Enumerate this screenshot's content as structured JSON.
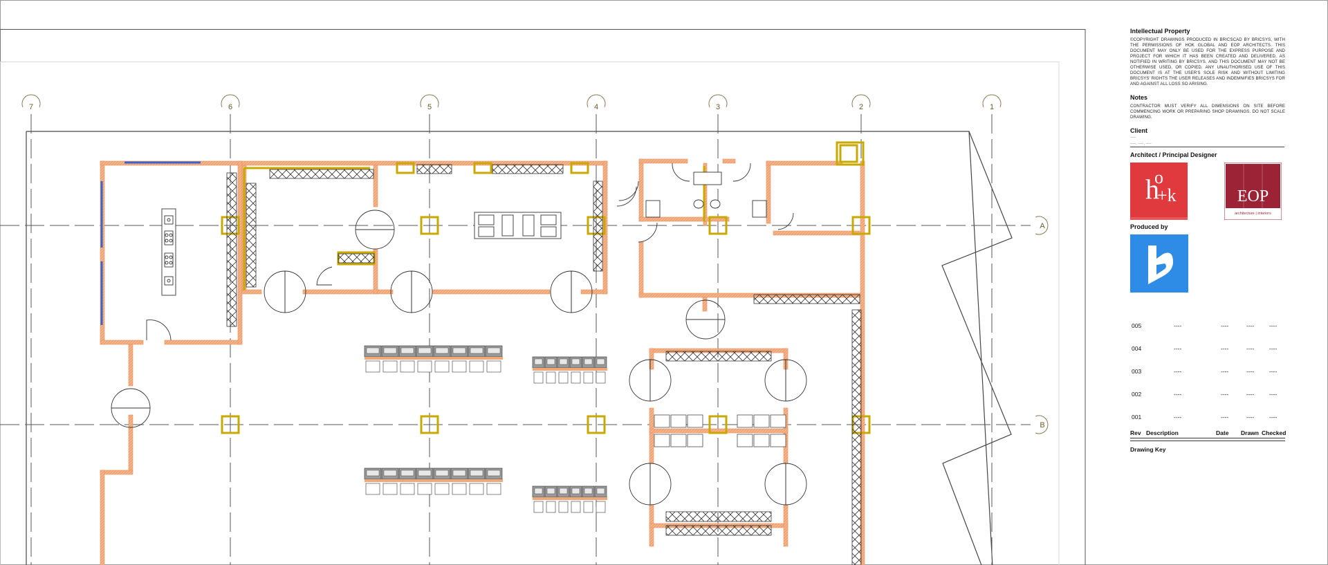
{
  "title_block": {
    "intellectual_property": {
      "heading": "Intellectual Property",
      "text": "©COPYRIGHT DRAWINGS PRODUCED IN BRICSCAD BY BRICSYS, WITH THE PERMISSIONS OF HOK GLOBAL AND EOP ARCHITECTS. THIS DOCUMENT MAY ONLY BE USED FOR THE EXPRESS PURPOSE AND PROJECT FOR WHICH IT HAS BEEN CREATED AND DELIVERED, AS NOTIFIED IN WRITING BY BRICSYS. AND THIS DOCUMENT MAY NOT BE OTHERWISE USED, OR COPIED. ANY UNAUTHORISED USE OF THIS DOCUMENT IS AT THE USER'S SOLE RISK AND WITHOUT LIMITING BRICSYS' RIGHTS THE USER RELEASES AND INDEMNIFIES BRICSYS FOR AND AGAINST ALL LOSS SO ARISING."
    },
    "notes": {
      "heading": "Notes",
      "text": "CONTRACTOR MUST VERIFY ALL DIMENSIONS ON SITE BEFORE COMMENCING WORK OR PREPARING SHOP DRAWINGS. DO NOT SCALE DRAWING."
    },
    "client": {
      "heading": "Client",
      "line1": "----",
      "line2": "----, ----, ----"
    },
    "architect": {
      "heading": "Architect / Principal Designer",
      "logo1_text_top": "o",
      "logo1_text_h": "h",
      "logo1_text_k": "+k",
      "logo2_text": "EOP",
      "logo2_sub": "architecture | interiors"
    },
    "produced_by": {
      "heading": "Produced by"
    },
    "revisions": {
      "rows": [
        {
          "rev": "005",
          "description": "----",
          "date": "----",
          "drawn": "----",
          "checked": "----"
        },
        {
          "rev": "004",
          "description": "----",
          "date": "----",
          "drawn": "----",
          "checked": "----"
        },
        {
          "rev": "003",
          "description": "----",
          "date": "----",
          "drawn": "----",
          "checked": "----"
        },
        {
          "rev": "002",
          "description": "----",
          "date": "----",
          "drawn": "----",
          "checked": "----"
        },
        {
          "rev": "001",
          "description": "----",
          "date": "----",
          "drawn": "----",
          "checked": "----"
        }
      ],
      "header": {
        "rev": "Rev",
        "description": "Description",
        "date": "Date",
        "drawn": "Drawn",
        "checked": "Checked"
      }
    },
    "drawing_key": "Drawing Key"
  },
  "grid": {
    "columns": [
      "7",
      "6",
      "5",
      "4",
      "3",
      "2",
      "1"
    ],
    "rows": [
      "A",
      "B"
    ]
  },
  "colors": {
    "wall": "#f0a878",
    "column": "#c9a800",
    "glazing": "#3a64c8",
    "line": "#333333",
    "hok_red": "#e03a3e",
    "eop_red": "#9b2335",
    "bricsys_blue": "#2f8ce6"
  }
}
